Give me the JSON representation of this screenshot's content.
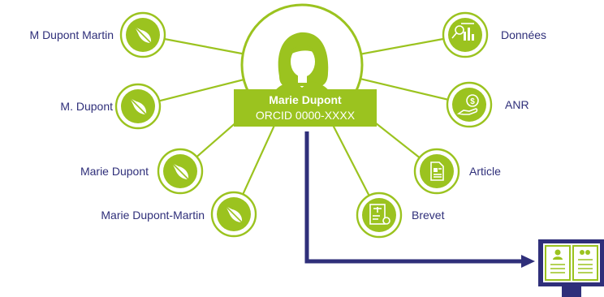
{
  "colors": {
    "green": "#9bc31f",
    "navy": "#2f2f7a",
    "text": "#2f2f7a",
    "white": "#ffffff"
  },
  "center": {
    "name": "Marie Dupont",
    "identifier": "ORCID 0000-XXXX",
    "icon": "person-icon"
  },
  "left_nodes": [
    {
      "label": "M Dupont Martin",
      "icon": "quill-icon"
    },
    {
      "label": "M. Dupont",
      "icon": "quill-icon"
    },
    {
      "label": "Marie Dupont",
      "icon": "quill-icon"
    },
    {
      "label": "Marie Dupont-Martin",
      "icon": "quill-icon"
    }
  ],
  "right_nodes": [
    {
      "label": "Données",
      "icon": "data-icon"
    },
    {
      "label": "ANR",
      "icon": "funding-hand-icon"
    },
    {
      "label": "Article",
      "icon": "article-icon"
    },
    {
      "label": "Brevet",
      "icon": "patent-icon"
    }
  ],
  "output": {
    "icon": "profile-monitor-icon"
  }
}
